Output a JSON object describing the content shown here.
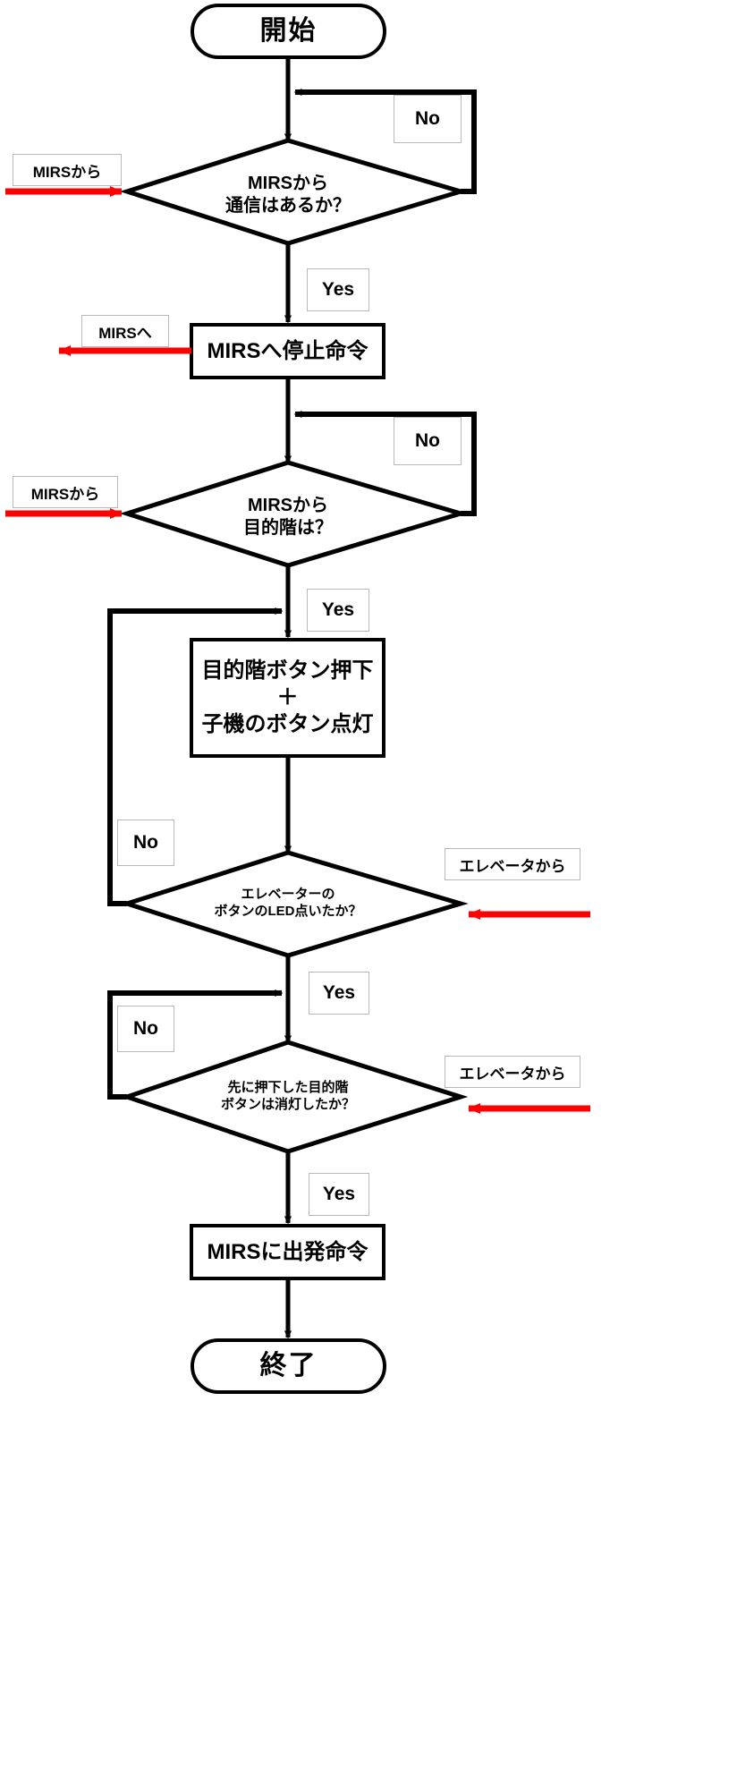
{
  "diagram": {
    "title_flow": "MIRS elevator control flowchart",
    "colors": {
      "line": "#000000",
      "signal_arrow": "#ff0000",
      "tag_border": "#b8b8b8",
      "background": "#ffffff"
    },
    "nodes": {
      "start": {
        "label": "開始",
        "shape": "terminator"
      },
      "decision_comm": {
        "label": "MIRSから\n通信はあるか？",
        "shape": "decision"
      },
      "process_stop": {
        "label": "MIRSへ停止命令",
        "shape": "process"
      },
      "decision_floor": {
        "label": "MIRSから\n目的階は？",
        "shape": "decision"
      },
      "process_press": {
        "label": "目的階ボタン押下\n＋\n子機のボタン点灯",
        "shape": "process"
      },
      "decision_led_on": {
        "label": "エレベーターの\nボタンのLED点いたか？",
        "shape": "decision"
      },
      "decision_led_off": {
        "label": "先に押下した目的階\nボタンは消灯したか？",
        "shape": "decision"
      },
      "process_depart": {
        "label": "MIRSに出発命令",
        "shape": "process"
      },
      "end": {
        "label": "終了",
        "shape": "terminator"
      }
    },
    "branch_labels": {
      "comm_no": "No",
      "comm_yes": "Yes",
      "floor_no": "No",
      "floor_yes": "Yes",
      "led_on_no": "No",
      "led_on_yes": "Yes",
      "led_off_no": "No",
      "led_off_yes": "Yes"
    },
    "io_labels": {
      "from_mirs_1": "MIRSから",
      "to_mirs": "MIRSへ",
      "from_mirs_2": "MIRSから",
      "from_elevator_1": "エレベータから",
      "from_elevator_2": "エレベータから"
    }
  }
}
